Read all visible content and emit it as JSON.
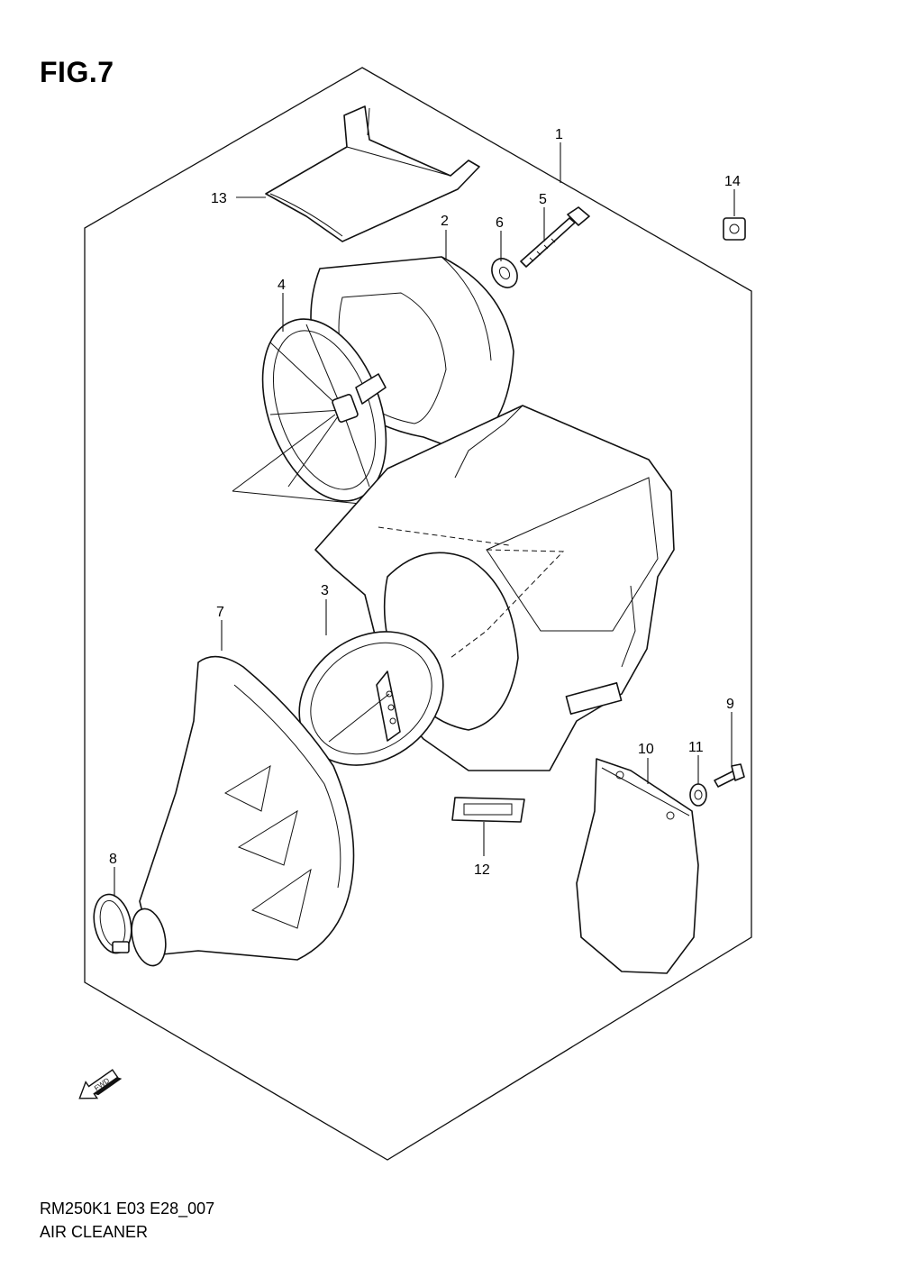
{
  "figure": {
    "title": "FIG.7"
  },
  "footer": {
    "code": "RM250K1 E03 E28_007",
    "name": "AIR CLEANER"
  },
  "fwd_arrow": {
    "label": "FWD"
  },
  "callouts": [
    {
      "id": "1",
      "label": "1"
    },
    {
      "id": "2",
      "label": "2"
    },
    {
      "id": "3",
      "label": "3"
    },
    {
      "id": "4",
      "label": "4"
    },
    {
      "id": "5",
      "label": "5"
    },
    {
      "id": "6",
      "label": "6"
    },
    {
      "id": "7",
      "label": "7"
    },
    {
      "id": "8",
      "label": "8"
    },
    {
      "id": "9",
      "label": "9"
    },
    {
      "id": "10",
      "label": "10"
    },
    {
      "id": "11",
      "label": "11"
    },
    {
      "id": "12",
      "label": "12"
    },
    {
      "id": "13",
      "label": "13"
    },
    {
      "id": "14",
      "label": "14"
    }
  ]
}
